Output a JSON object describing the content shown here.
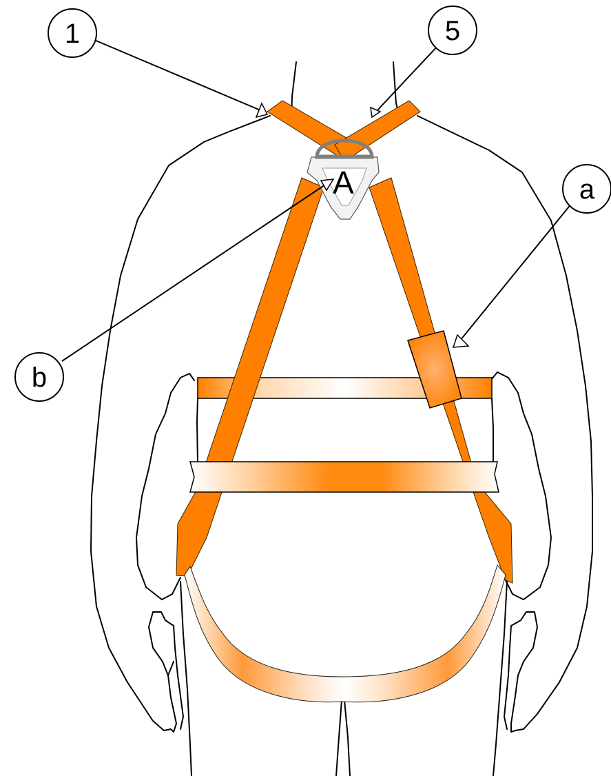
{
  "callouts": {
    "one": "1",
    "five": "5",
    "a": "a",
    "b": "b"
  },
  "anchor_label": "A",
  "colors": {
    "strap": "#ff8000",
    "outline": "#000000",
    "d_ring": "#808080",
    "background": "#ffffff"
  }
}
